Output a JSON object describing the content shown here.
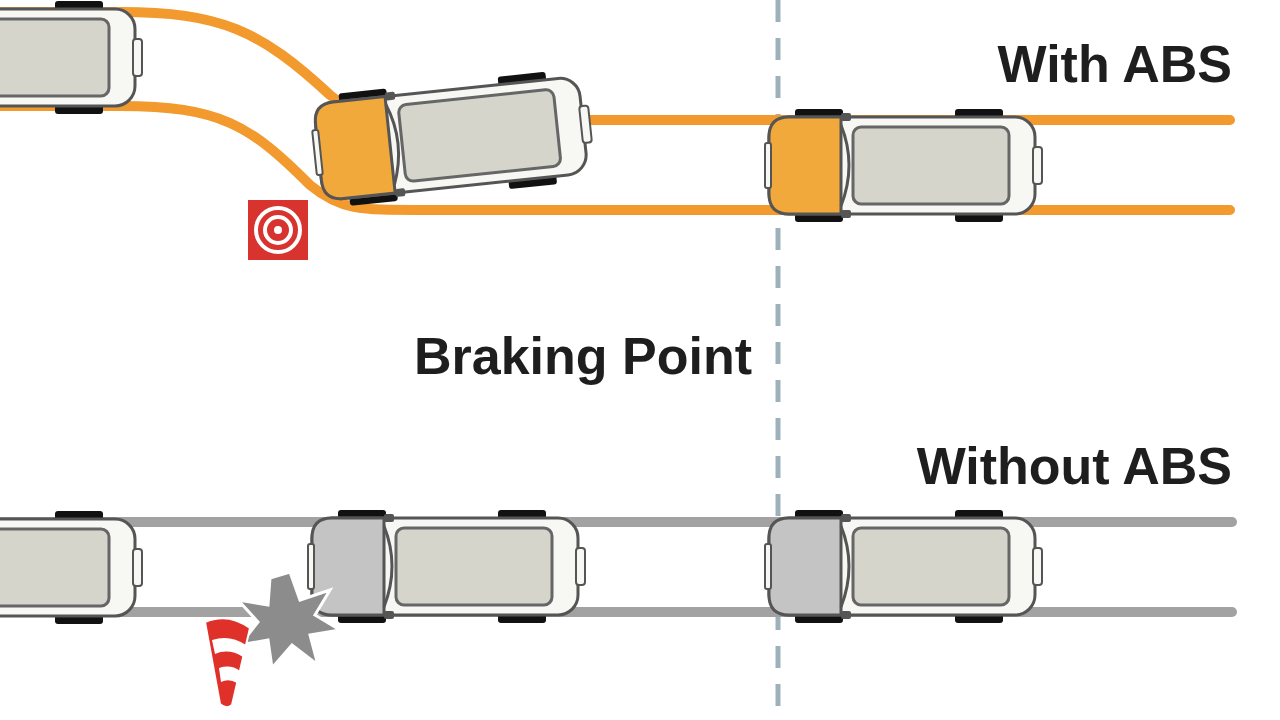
{
  "diagram": {
    "labels": [
      "With ABS",
      "Braking Point",
      "Without ABS"
    ]
  }
}
